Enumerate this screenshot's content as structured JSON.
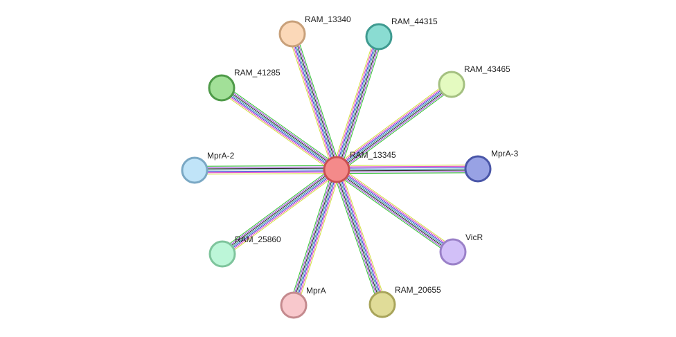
{
  "edge_colors": [
    "#d4e04a",
    "#e34ac6",
    "#3a3ad8",
    "#40a0a8",
    "#2a2a2a",
    "#a34ee0",
    "#3cc43c"
  ],
  "center": {
    "id": "RAM_13345",
    "label": "RAM_13345",
    "fill": "#f48a8a",
    "stroke": "#c85050"
  },
  "nodes": [
    {
      "id": "RAM_13340",
      "label": "RAM_13340",
      "fill": "#fbd8b8",
      "stroke": "#c8a07a"
    },
    {
      "id": "RAM_44315",
      "label": "RAM_44315",
      "fill": "#8adcd2",
      "stroke": "#3e9a90"
    },
    {
      "id": "RAM_43465",
      "label": "RAM_43465",
      "fill": "#e4fac0",
      "stroke": "#a4c080"
    },
    {
      "id": "MprA-3",
      "label": "MprA-3",
      "fill": "#98a2e4",
      "stroke": "#4a56a8"
    },
    {
      "id": "VicR",
      "label": "VicR",
      "fill": "#d2c0f8",
      "stroke": "#9a80c8"
    },
    {
      "id": "RAM_20655",
      "label": "RAM_20655",
      "fill": "#e0dc98",
      "stroke": "#a8a45a"
    },
    {
      "id": "MprA",
      "label": "MprA",
      "fill": "#f8c8cc",
      "stroke": "#c48a8e"
    },
    {
      "id": "RAM_25860",
      "label": "RAM_25860",
      "fill": "#bcf6d8",
      "stroke": "#7ec49c"
    },
    {
      "id": "MprA-2",
      "label": "MprA-2",
      "fill": "#c0e4f8",
      "stroke": "#7aa8c4"
    },
    {
      "id": "RAM_41285",
      "label": "RAM_41285",
      "fill": "#a2e098",
      "stroke": "#4e9a48"
    }
  ]
}
